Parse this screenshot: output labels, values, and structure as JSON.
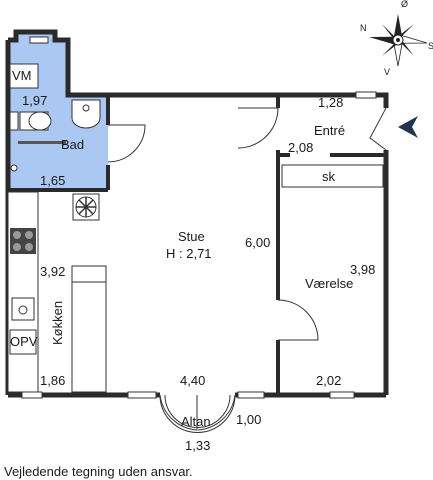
{
  "plan": {
    "colors": {
      "bathroom_fill": "#aac8f2",
      "walls": "#2a2a2a",
      "entry_arrow": "#1f3550"
    },
    "rooms": {
      "bathroom": "Bad",
      "utility": "VM",
      "living": "Stue",
      "living_height": "H : 2,71",
      "entrance": "Entré",
      "closet": "sk",
      "bedroom": "Værelse",
      "kitchen": "Køkken",
      "dishwasher": "OPV",
      "balcony": "Altan"
    },
    "dimensions": {
      "bath_w": "1,97",
      "bath_l": "1,65",
      "entrance_w": "1,28",
      "entrance_l": "2,08",
      "living_w": "6,00",
      "bedroom_l": "3,98",
      "kitchen_l": "3,92",
      "kitchen_w": "1,86",
      "living_l": "4,40",
      "bedroom_w": "2,02",
      "balcony_w": "1,33",
      "balcony_d": "1,00"
    },
    "compass": {
      "n": "N",
      "e": "Ø",
      "s": "S",
      "w": "V"
    }
  },
  "disclaimer": "Vejledende tegning uden ansvar."
}
